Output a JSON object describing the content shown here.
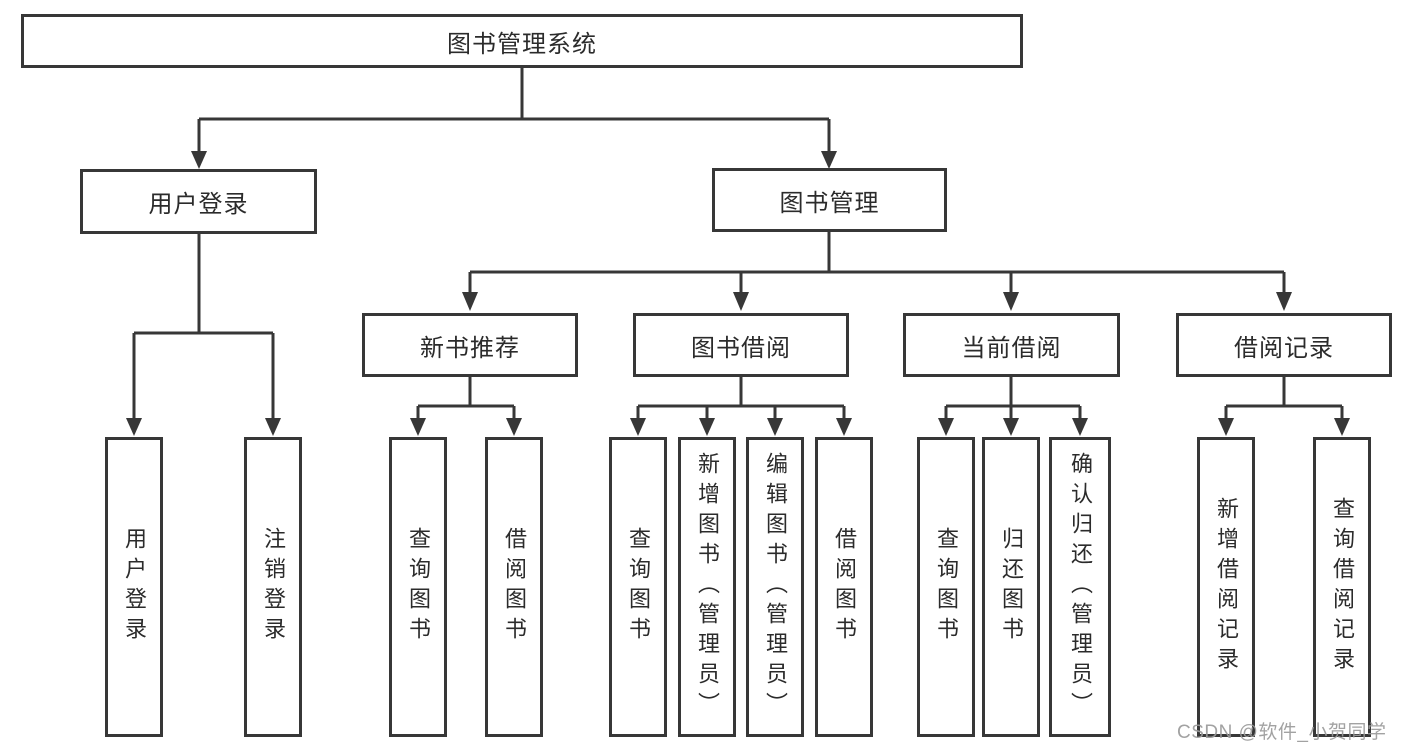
{
  "diagram": {
    "title": "图书管理系统",
    "root": {
      "label": "图书管理系统"
    },
    "level2": [
      {
        "label": "用户登录",
        "parent": "图书管理系统"
      },
      {
        "label": "图书管理",
        "parent": "图书管理系统"
      }
    ],
    "level3": [
      {
        "label": "新书推荐",
        "parent": "图书管理"
      },
      {
        "label": "图书借阅",
        "parent": "图书管理"
      },
      {
        "label": "当前借阅",
        "parent": "图书管理"
      },
      {
        "label": "借阅记录",
        "parent": "图书管理"
      }
    ],
    "leaves": [
      {
        "label": "用户登录",
        "parent": "用户登录"
      },
      {
        "label": "注销登录",
        "parent": "用户登录"
      },
      {
        "label": "查询图书",
        "parent": "新书推荐"
      },
      {
        "label": "借阅图书",
        "parent": "新书推荐"
      },
      {
        "label": "查询图书",
        "parent": "图书借阅"
      },
      {
        "label": "新增图书（管理员）",
        "parent": "图书借阅"
      },
      {
        "label": "编辑图书（管理员）",
        "parent": "图书借阅"
      },
      {
        "label": "借阅图书",
        "parent": "图书借阅"
      },
      {
        "label": "查询图书",
        "parent": "当前借阅"
      },
      {
        "label": "归还图书",
        "parent": "当前借阅"
      },
      {
        "label": "确认归还（管理员）",
        "parent": "当前借阅"
      },
      {
        "label": "新增借阅记录",
        "parent": "借阅记录"
      },
      {
        "label": "查询借阅记录",
        "parent": "借阅记录"
      }
    ]
  },
  "watermark": {
    "text": "CSDN @软件_小贺同学",
    "color": "#9b9b9b"
  },
  "colors": {
    "line": "#373737",
    "box_border": "#373737",
    "text": "#2b2b2b",
    "background": "#ffffff"
  }
}
